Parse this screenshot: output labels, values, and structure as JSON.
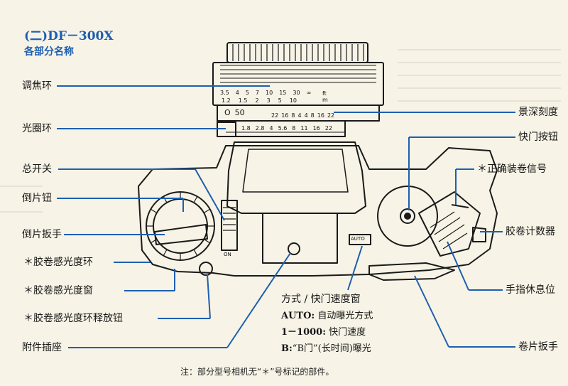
{
  "title": "(二)DF－300X",
  "subtitle": "各部分名称",
  "colors": {
    "accent": "#1d5fb0",
    "ink": "#161616",
    "paper": "#f7f3e6"
  },
  "scale_numbers": {
    "focus_upper": [
      "3.5",
      "4",
      "5",
      "7",
      "10",
      "15",
      "30",
      "∞"
    ],
    "focus_lower": [
      "1.2",
      "1.5",
      "2",
      "3",
      "5",
      "10"
    ],
    "unit_ft": "ft",
    "unit_m": "m",
    "dof": [
      "22",
      "16",
      "8",
      "4",
      "4",
      "8",
      "16",
      "22"
    ],
    "aperture": [
      "1.8",
      "2.8",
      "4",
      "5.6",
      "8",
      "11",
      "16",
      "22"
    ],
    "lens_50": "50",
    "aperture_circle": "O",
    "switch_on": "ON",
    "auto_window": "AUTO"
  },
  "labels_left": [
    {
      "text": "调焦环"
    },
    {
      "text": "光圈环"
    },
    {
      "text": "总开关"
    },
    {
      "text": "倒片钮"
    },
    {
      "text": "倒片扳手"
    },
    {
      "text": "＊胶卷感光度环"
    },
    {
      "text": "＊胶卷感光度窗"
    },
    {
      "text": "＊胶卷感光度环释放钮"
    },
    {
      "text": "附件插座"
    }
  ],
  "labels_right": [
    {
      "text": "景深刻度"
    },
    {
      "text": "快门按钮"
    },
    {
      "text": "＊正确装卷信号"
    },
    {
      "text": "胶卷计数器"
    },
    {
      "text": "手指休息位"
    },
    {
      "text": "卷片扳手"
    }
  ],
  "info_box": {
    "heading": "方式 / 快门速度窗",
    "lines": [
      {
        "key": "AUTO:",
        "value": " 自动曝光方式"
      },
      {
        "key": "1－1000:",
        "value": " 快门速度"
      },
      {
        "key": "B:",
        "value": "“B门”(长时间)曝光"
      }
    ]
  },
  "footnote": "注：部分型号相机无“＊”号标记的部件。"
}
